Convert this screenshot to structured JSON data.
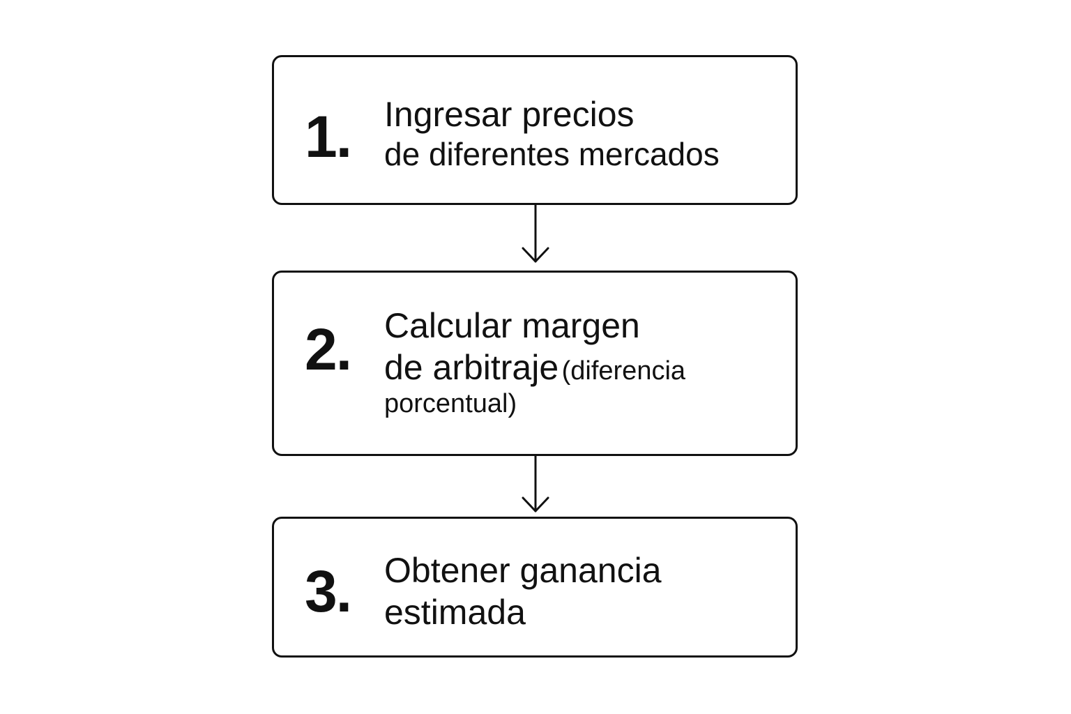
{
  "steps": [
    {
      "number": "1.",
      "line1": "Ingresar precios",
      "line2": "de diferentes mercados"
    },
    {
      "number": "2.",
      "line1": "Calcular margen",
      "line2_main": "de arbitraje",
      "line2_paren": "(diferencia",
      "line3": "porcentual)"
    },
    {
      "number": "3.",
      "line1": "Obtener ganancia",
      "line2": "estimada"
    }
  ],
  "colors": {
    "stroke": "#111111",
    "background": "#ffffff"
  }
}
